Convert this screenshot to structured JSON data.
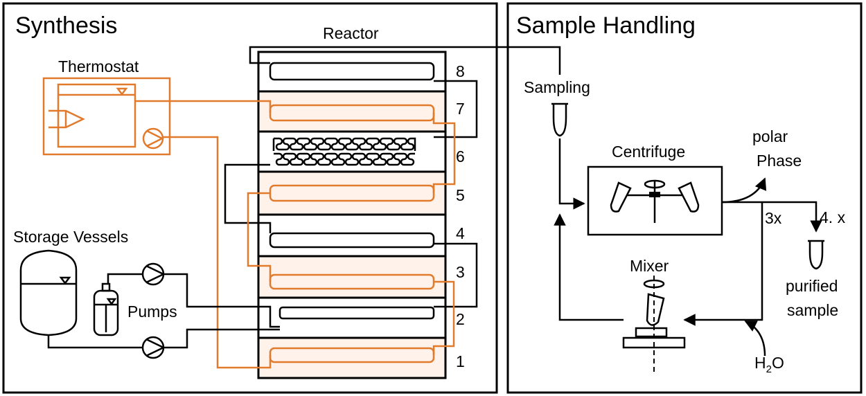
{
  "panels": {
    "synthesis": "Synthesis",
    "sample_handling": "Sample Handling"
  },
  "labels": {
    "reactor": "Reactor",
    "thermostat": "Thermostat",
    "storage_vessels": "Storage Vessels",
    "pumps": "Pumps",
    "sampling": "Sampling",
    "centrifuge": "Centrifuge",
    "polar": "polar",
    "phase": "Phase",
    "repeat_3x": "3x",
    "step_4x": "4. x",
    "purified": "purified",
    "sample": "sample",
    "mixer": "Mixer",
    "water_h": "H",
    "water_sub": "2",
    "water_o": "O"
  },
  "reactor_modules": [
    "8",
    "7",
    "6",
    "5",
    "4",
    "3",
    "2",
    "1"
  ],
  "colors": {
    "line": "#000000",
    "thermal_loop": "#E27A2B",
    "heated_module_fill": "#FEF2EA"
  },
  "icons": [
    "pump-icon",
    "vessel-icon",
    "gas-cylinder-icon",
    "centrifuge-tube-icon",
    "rotation-icon",
    "heating-coil-icon"
  ]
}
